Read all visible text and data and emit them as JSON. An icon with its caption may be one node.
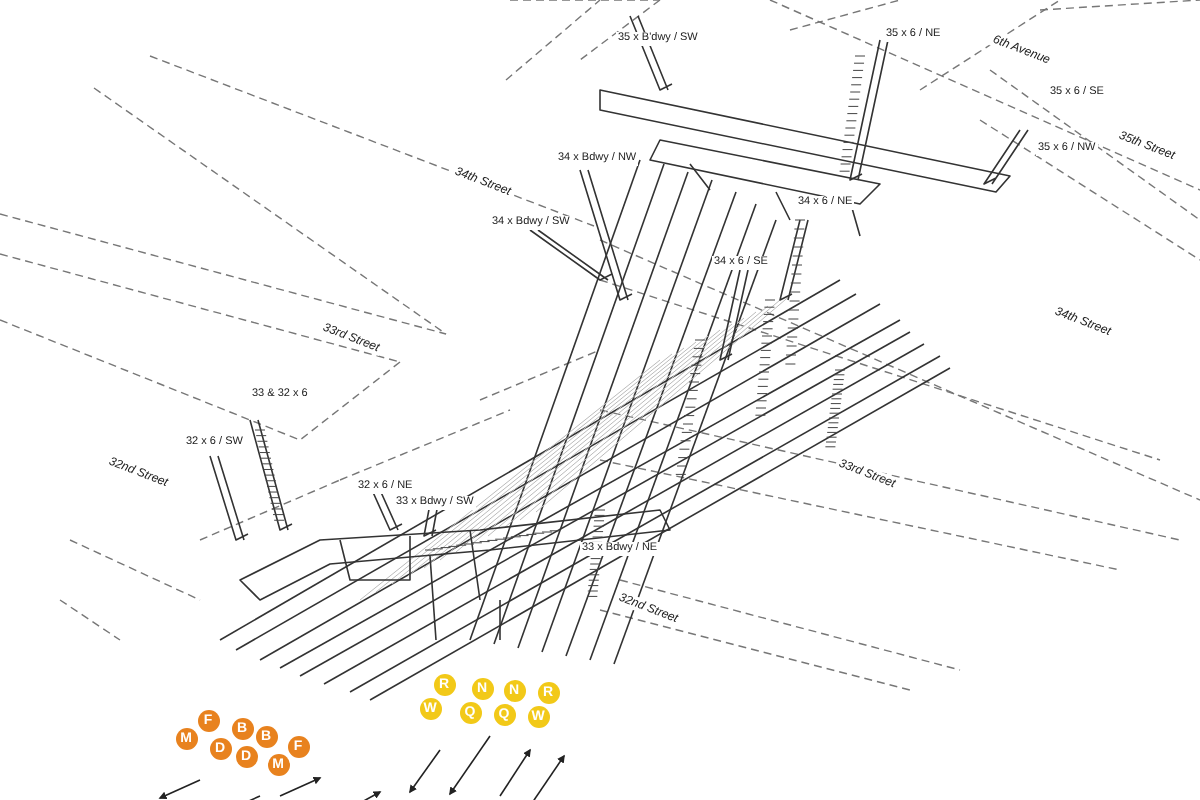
{
  "diagram": {
    "nodes": [
      {
        "text": [
          "M"
        ]
      },
      {
        "text": [
          "F"
        ]
      },
      {
        "text": [
          "B"
        ]
      },
      {
        "text": [
          "B"
        ]
      },
      {
        "text": [
          "F"
        ]
      },
      {
        "text": [
          "D"
        ]
      },
      {
        "text": [
          "D"
        ]
      },
      {
        "text": [
          "M"
        ]
      },
      {
        "text": [
          "R"
        ]
      },
      {
        "text": [
          "N"
        ]
      },
      {
        "text": [
          "N"
        ]
      },
      {
        "text": [
          "R"
        ]
      },
      {
        "text": [
          "W"
        ]
      },
      {
        "text": [
          "Q"
        ]
      },
      {
        "text": [
          "Q"
        ]
      },
      {
        "text": [
          "W"
        ]
      }
    ],
    "labels": [
      "35 x B'dwy / SW",
      "35 x 6 / NE",
      "6th Avenue",
      "35 x 6 / SE",
      "35th Street",
      "35 x 6 / NW",
      "34 x Bdwy / NW",
      "34th Street",
      "34 x Bdwy / SW",
      "34 x 6 / NE",
      "34 x 6 / SE",
      "34th Street",
      "33rd Street",
      "33 & 32 x 6",
      "32 x 6 / SW",
      "32nd Street",
      "32 x 6 / NE",
      "33 x Bdwy / SW",
      "33rd Street",
      "33 x Bdwy / NE",
      "32nd Street"
    ]
  }
}
